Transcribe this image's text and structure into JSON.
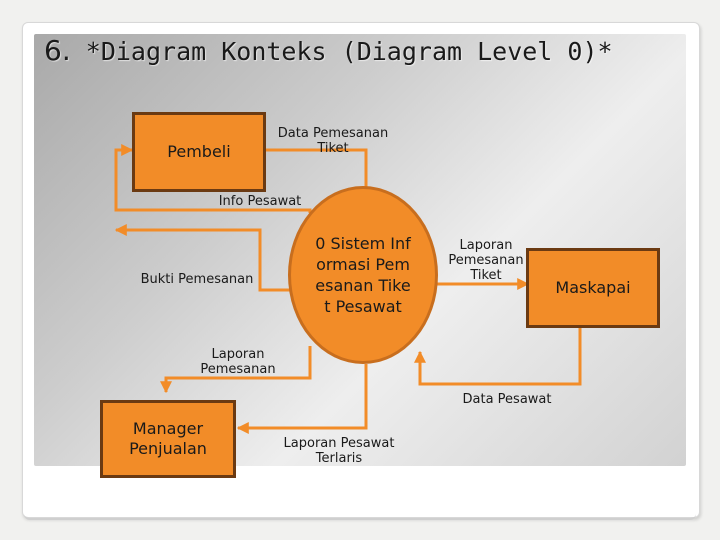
{
  "title": {
    "number": "6.",
    "text": " *Diagram Konteks (Diagram Level 0)*"
  },
  "entities": {
    "pembeli": "Pembeli",
    "maskapai": "Maskapai",
    "manager": "Manager Penjualan"
  },
  "process": {
    "label": "0 Sistem Informasi Pemesanan Tiket Pesawat"
  },
  "flows": {
    "data_pemesanan_tiket": "Data Pemesanan Tiket",
    "info_pesawat": "Info Pesawat",
    "bukti_pemesanan": "Bukti Pemesanan",
    "laporan_pemesanan_mgr": "Laporan Pemesanan",
    "laporan_pemesanan_tiket": "Laporan Pemesanan Tiket",
    "data_pesawat": "Data Pesawat",
    "laporan_pesawat_terlaris": "Laporan Pesawat Terlaris"
  },
  "colors": {
    "entity_fill": "#f28c28",
    "entity_border": "#6b3a12",
    "arrow": "#f28c28"
  }
}
